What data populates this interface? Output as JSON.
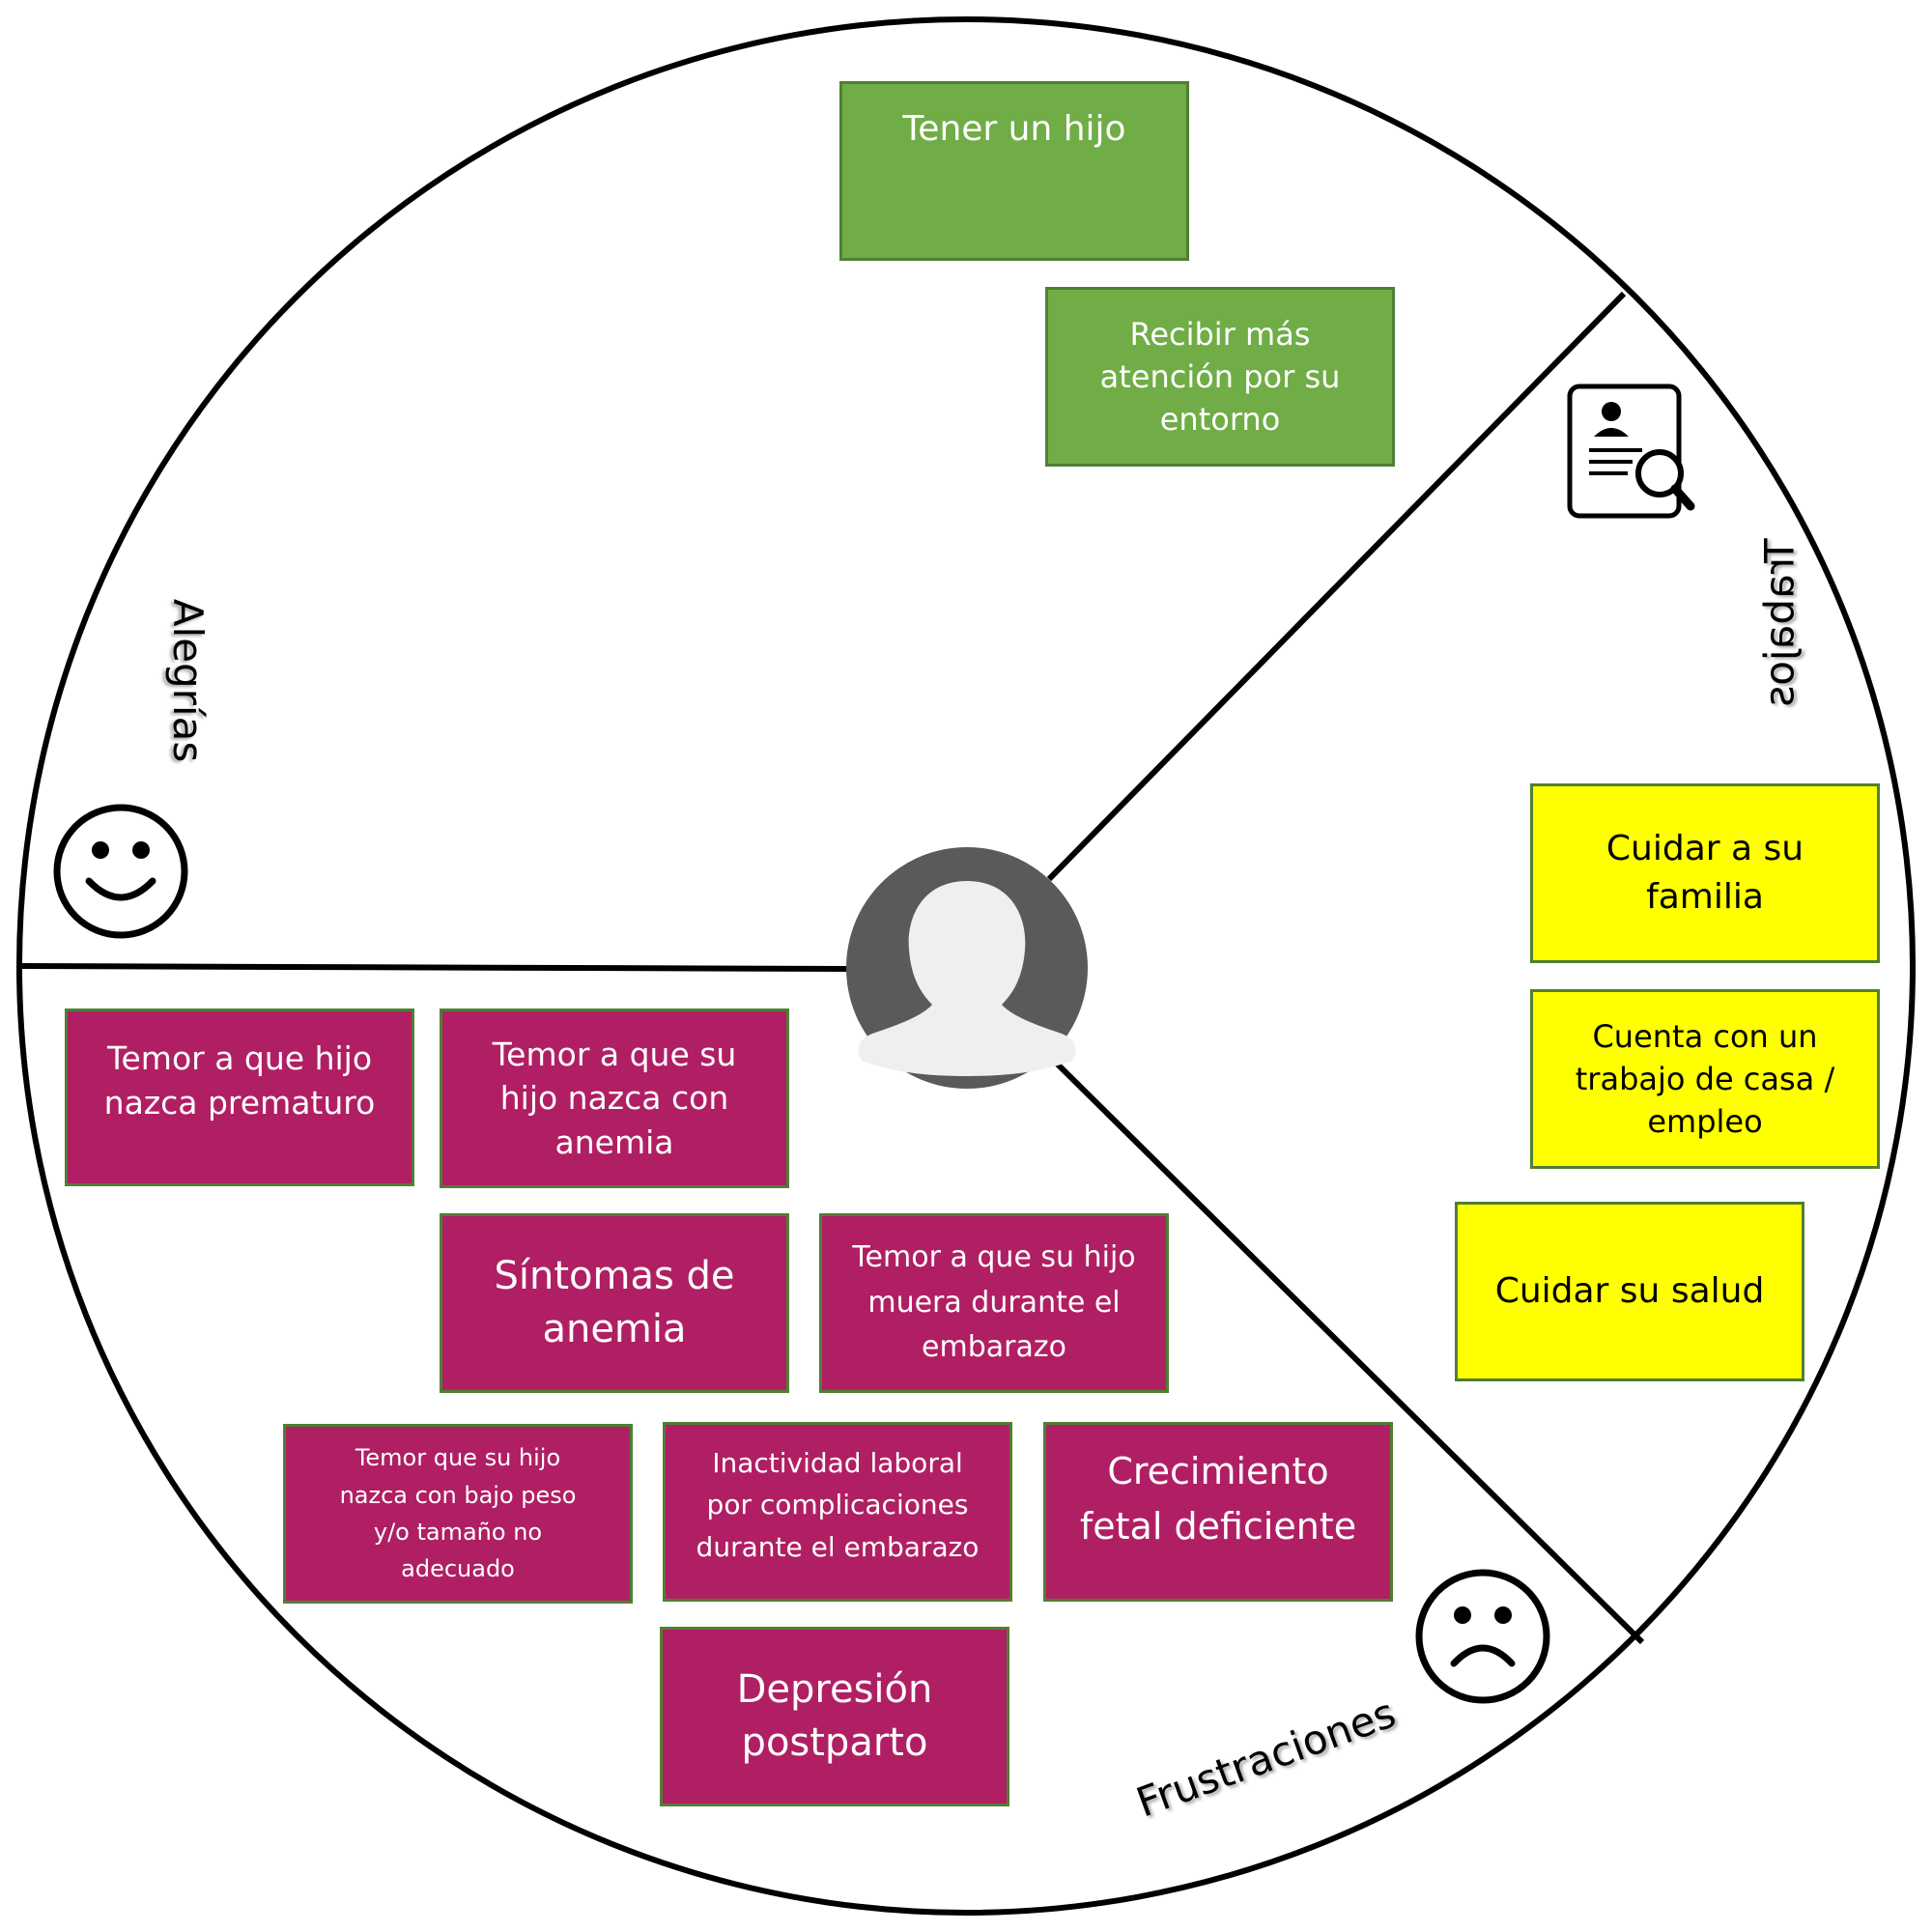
{
  "wheel": {
    "colors": {
      "outline": "#000000",
      "avatar_bg": "#5a5a5a",
      "avatar_fg": "#efefef",
      "green": "#70ad47",
      "yellow": "#ffff00",
      "magenta": "#b01f63"
    }
  },
  "sections": {
    "alegrias": {
      "label": "Alegrías",
      "icon": "smiley-face-icon"
    },
    "trabajos": {
      "label": "Trabajos",
      "icon": "resume-search-icon"
    },
    "frustraciones": {
      "label": "Frustraciones",
      "icon": "sad-face-icon"
    }
  },
  "center": {
    "icon": "user-avatar-icon"
  },
  "notes": {
    "alegrias": [
      {
        "lines": [
          "Tener un hijo"
        ]
      },
      {
        "lines": [
          "Recibir más",
          "atención por su",
          "entorno"
        ]
      }
    ],
    "trabajos": [
      {
        "lines": [
          "Cuidar a su",
          "familia"
        ]
      },
      {
        "lines": [
          "Cuenta con un",
          "trabajo de casa /",
          "empleo"
        ]
      },
      {
        "lines": [
          "Cuidar su salud"
        ]
      }
    ],
    "frustraciones": [
      {
        "lines": [
          "Temor a que hijo",
          "nazca prematuro"
        ]
      },
      {
        "lines": [
          "Temor a que su",
          "hijo nazca con",
          "anemia"
        ]
      },
      {
        "lines": [
          "Síntomas de",
          "anemia"
        ]
      },
      {
        "lines": [
          "Temor a que su hijo",
          "muera durante el",
          "embarazo"
        ]
      },
      {
        "lines": [
          "Temor que su hijo",
          "nazca con bajo peso",
          "y/o tamaño no",
          "adecuado"
        ]
      },
      {
        "lines": [
          "Inactividad laboral",
          "por complicaciones",
          "durante el embarazo"
        ]
      },
      {
        "lines": [
          "Crecimiento",
          "fetal deficiente"
        ]
      },
      {
        "lines": [
          "Depresión",
          "postparto"
        ]
      }
    ]
  }
}
